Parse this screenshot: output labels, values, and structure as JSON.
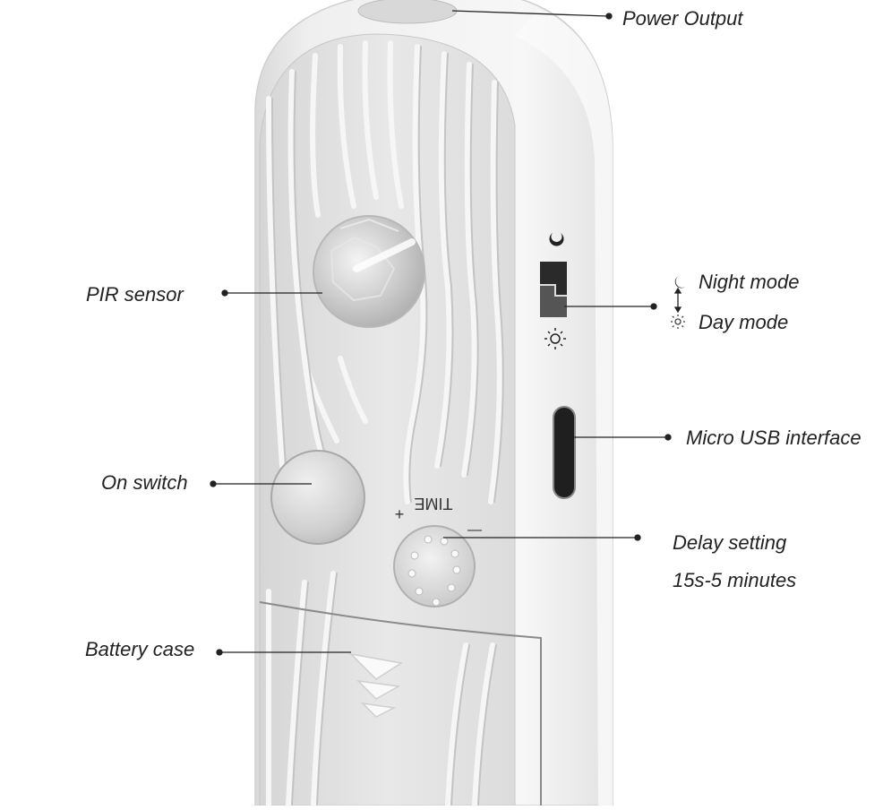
{
  "labels": {
    "power_output": "Power Output",
    "pir_sensor": "PIR sensor",
    "night_mode": "Night mode",
    "day_mode": "Day mode",
    "micro_usb": "Micro USB interface",
    "on_switch": "On switch",
    "delay_setting": "Delay setting",
    "delay_range": "15s-5 minutes",
    "battery_case": "Battery case"
  },
  "device_markings": {
    "time": "TIME",
    "plus": "+",
    "minus": "—"
  },
  "icons": [
    "moon-icon",
    "sun-icon",
    "up-down-arrow-icon"
  ],
  "colors": {
    "body": "#f1f1f1",
    "front_panel": "#e6e6e6",
    "leader_line": "#222222",
    "label_text": "#222222"
  }
}
